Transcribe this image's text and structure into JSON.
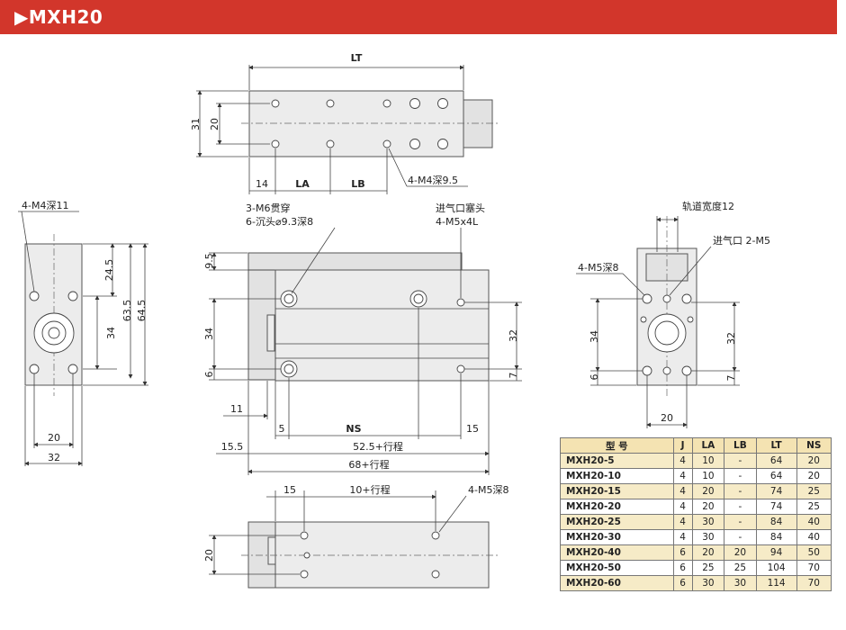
{
  "header": {
    "title": "MXH20"
  },
  "top_view": {
    "dim_LT": "LT",
    "dim_31": "31",
    "dim_20": "20",
    "dim_14": "14",
    "dim_LA": "LA",
    "dim_LB": "LB",
    "note_holes": "4-M4深9.5"
  },
  "side_view": {
    "note_holes": "4-M4深11",
    "dim_24_5": "24.5",
    "dim_63_5": "63.5",
    "dim_64_5": "64.5",
    "dim_34": "34",
    "dim_20": "20",
    "dim_32": "32"
  },
  "front_view": {
    "note_m6": "3-M6贯穿",
    "note_counterbore": "6-沉头⌀9.3深8",
    "note_port_plug": "进气口塞头",
    "note_m5": "4-M5x4L",
    "dim_9_5": "9.5",
    "dim_34": "34",
    "dim_6": "6",
    "dim_32": "32",
    "dim_7": "7",
    "dim_11": "11",
    "dim_5": "5",
    "dim_NS": "NS",
    "dim_15": "15",
    "dim_15_5": "15.5",
    "dim_52_5": "52.5+行程",
    "dim_68": "68+行程"
  },
  "end_view": {
    "note_rail": "轨道宽度12",
    "note_port": "进气口 2-M5",
    "note_m5": "4-M5深8",
    "dim_34": "34",
    "dim_6": "6",
    "dim_32": "32",
    "dim_7": "7",
    "dim_20": "20"
  },
  "bottom_view": {
    "dim_15": "15",
    "dim_10": "10+行程",
    "note_m5": "4-M5深8",
    "dim_20": "20"
  },
  "spec_table": {
    "headers": [
      "型 号",
      "J",
      "LA",
      "LB",
      "LT",
      "NS"
    ],
    "rows": [
      [
        "MXH20-5",
        "4",
        "10",
        "-",
        "64",
        "20"
      ],
      [
        "MXH20-10",
        "4",
        "10",
        "-",
        "64",
        "20"
      ],
      [
        "MXH20-15",
        "4",
        "20",
        "-",
        "74",
        "25"
      ],
      [
        "MXH20-20",
        "4",
        "20",
        "-",
        "74",
        "25"
      ],
      [
        "MXH20-25",
        "4",
        "30",
        "-",
        "84",
        "40"
      ],
      [
        "MXH20-30",
        "4",
        "30",
        "-",
        "84",
        "40"
      ],
      [
        "MXH20-40",
        "6",
        "20",
        "20",
        "94",
        "50"
      ],
      [
        "MXH20-50",
        "6",
        "25",
        "25",
        "104",
        "70"
      ],
      [
        "MXH20-60",
        "6",
        "30",
        "30",
        "114",
        "70"
      ]
    ]
  }
}
